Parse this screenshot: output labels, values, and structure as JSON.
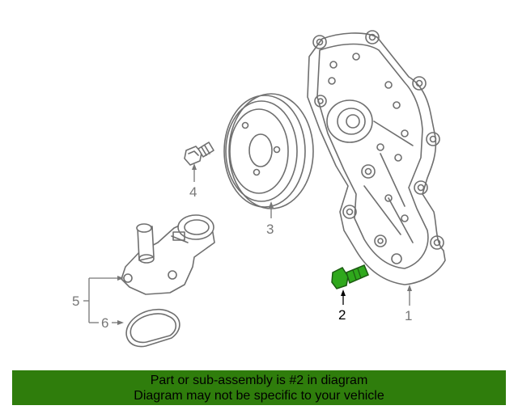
{
  "callouts": {
    "part_1": "1",
    "part_2": "2",
    "part_3": "3",
    "part_4": "4",
    "part_5": "5",
    "part_6": "6"
  },
  "highlight_part": "2",
  "colors": {
    "banner_bg": "#2f7d0c",
    "highlight_part": "#2fa81c",
    "line_art": "#6f6f6f",
    "callout_normal": "#777777",
    "callout_highlight": "#000000"
  },
  "banner": {
    "line1": "Part or sub-assembly is #2 in diagram",
    "line2": "Diagram may not be specific to your vehicle"
  }
}
